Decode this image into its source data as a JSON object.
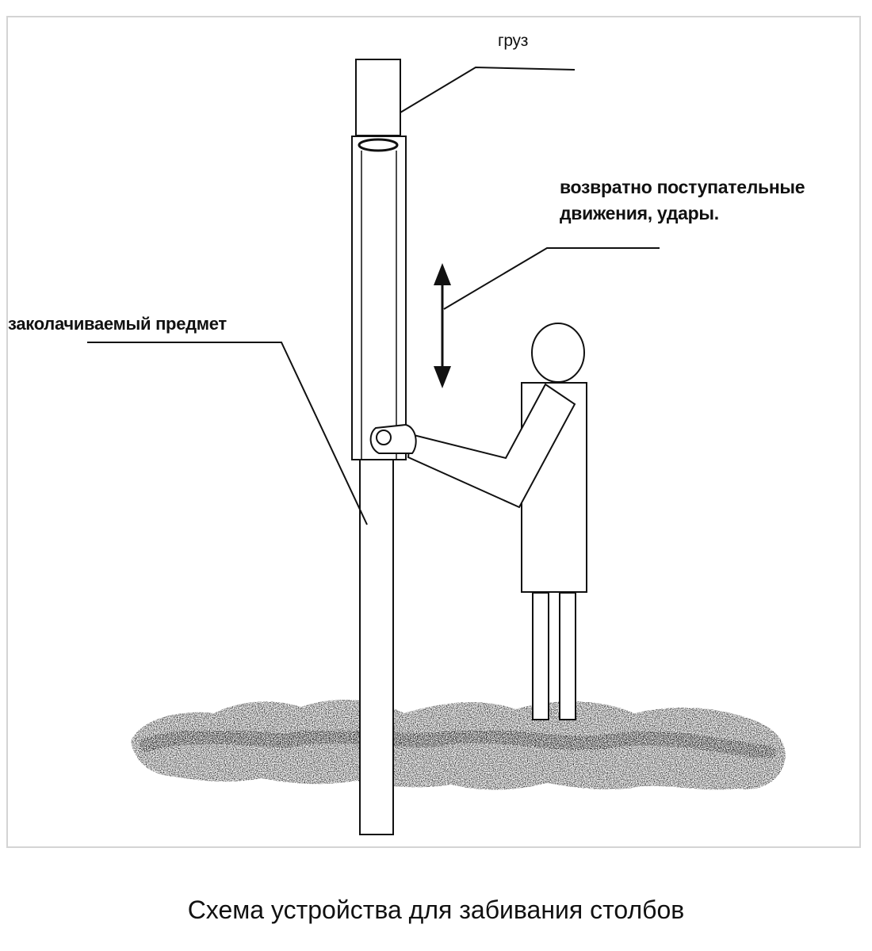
{
  "labels": {
    "weight": "груз",
    "motion_line1": "возвратно поступательные",
    "motion_line2": "движения, удары.",
    "driven_object": "заколачиваемый предмет"
  },
  "caption": "Схема устройства для забивания столбов",
  "colors": {
    "ink": "#111111",
    "frame": "#d4d4d4",
    "background": "#ffffff"
  },
  "icons": [
    "double-arrow-icon"
  ]
}
